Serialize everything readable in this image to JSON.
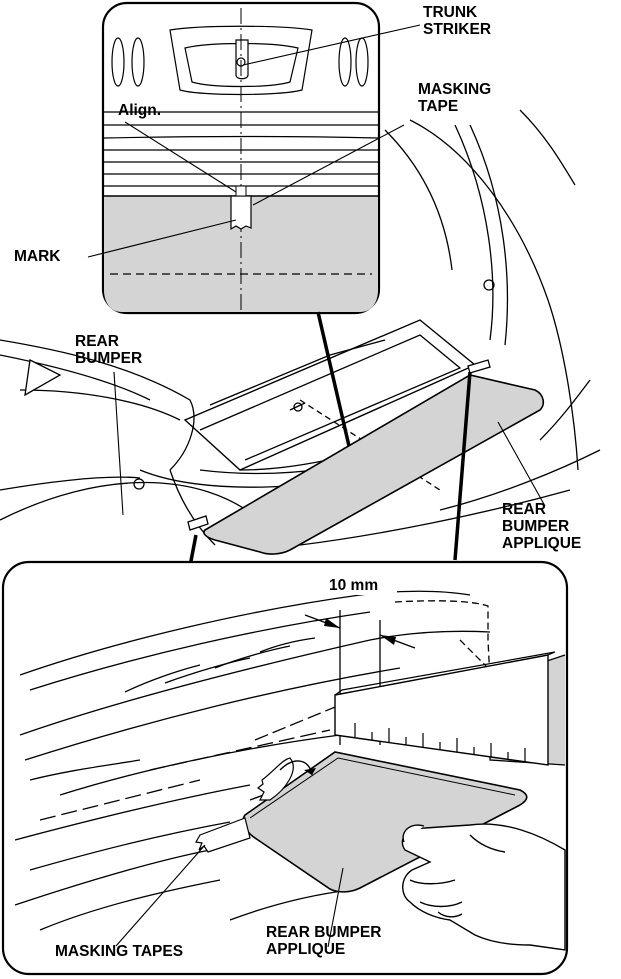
{
  "labels": {
    "trunk_striker": "TRUNK\nSTRIKER",
    "masking_tape": "MASKING\nTAPE",
    "align": "Align.",
    "mark": "MARK",
    "rear_bumper": "REAR\nBUMPER",
    "rear_bumper_applique_top": "REAR\nBUMPER\nAPPLIQUE",
    "dimension": "10 mm",
    "masking_tapes": "MASKING TAPES",
    "rear_bumper_applique_bottom": "REAR BUMPER\nAPPLIQUE"
  },
  "colors": {
    "line": "#000000",
    "shade": "#d4d4d4",
    "background": "#ffffff"
  }
}
